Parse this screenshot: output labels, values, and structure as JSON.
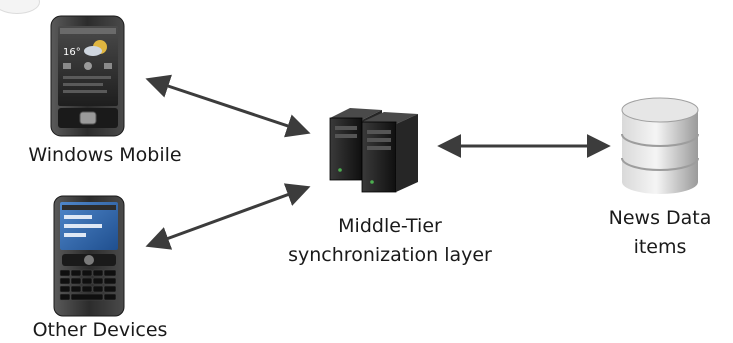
{
  "nodes": {
    "windows_mobile": {
      "label": "Windows Mobile",
      "icon": "touch-phone-icon"
    },
    "other_devices": {
      "label": "Other Devices",
      "icon": "qwerty-phone-icon"
    },
    "middle_tier": {
      "label_line1": "Middle-Tier",
      "label_line2": "synchronization layer",
      "icon": "server-icon"
    },
    "news_data": {
      "label_line1": "News Data",
      "label_line2": "items",
      "icon": "database-icon"
    }
  },
  "phone_screen": {
    "temperature": "16°"
  },
  "edges": [
    {
      "from": "windows_mobile",
      "to": "middle_tier",
      "direction": "both"
    },
    {
      "from": "other_devices",
      "to": "middle_tier",
      "direction": "both"
    },
    {
      "from": "middle_tier",
      "to": "news_data",
      "direction": "both"
    }
  ],
  "colors": {
    "arrow": "#3c3c3c",
    "server_body": "#1b1b1b",
    "database_body": "#b8b8b8",
    "device_body": "#2a2a2a",
    "label_text": "#1a1a1a"
  }
}
